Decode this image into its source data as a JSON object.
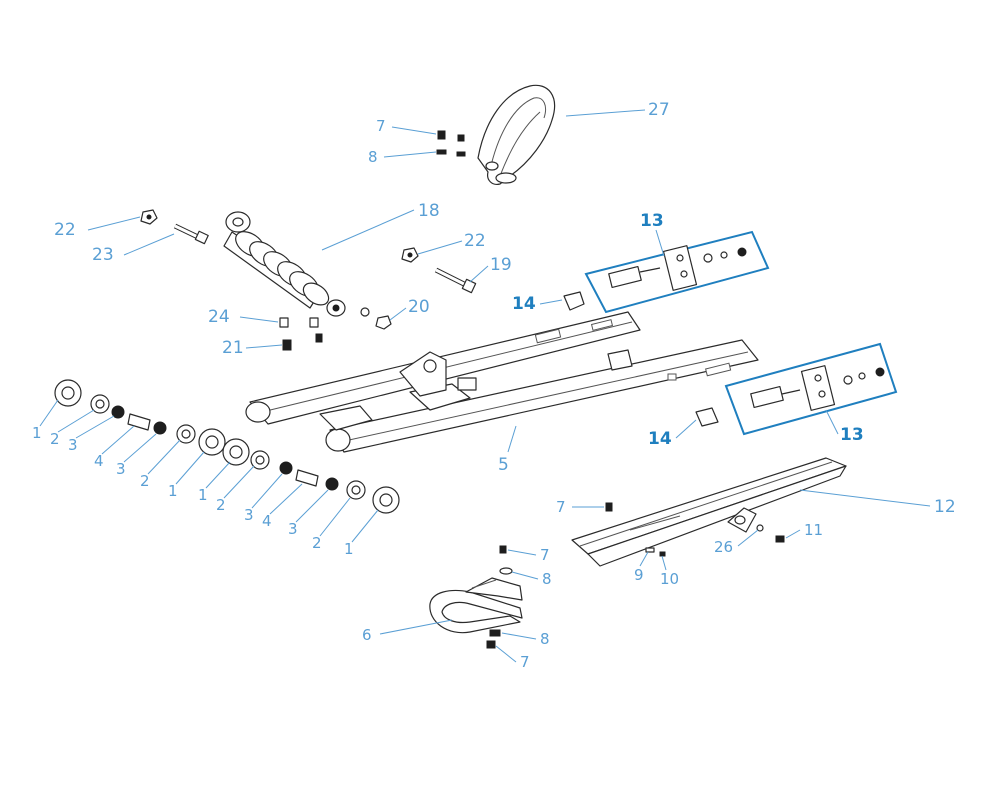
{
  "colors": {
    "callout": "#5a9fd4",
    "callout_box": "#1f7fbf",
    "line_art": "#2b2b2b"
  },
  "callouts": [
    {
      "id": "c27",
      "text": "27"
    },
    {
      "id": "c7a",
      "text": "7"
    },
    {
      "id": "c8a",
      "text": "8"
    },
    {
      "id": "c18",
      "text": "18"
    },
    {
      "id": "c22a",
      "text": "22"
    },
    {
      "id": "c23",
      "text": "23"
    },
    {
      "id": "c22b",
      "text": "22"
    },
    {
      "id": "c19",
      "text": "19"
    },
    {
      "id": "c20",
      "text": "20"
    },
    {
      "id": "c24",
      "text": "24"
    },
    {
      "id": "c21",
      "text": "21"
    },
    {
      "id": "c13a",
      "text": "13"
    },
    {
      "id": "c14a",
      "text": "14"
    },
    {
      "id": "c13b",
      "text": "13"
    },
    {
      "id": "c14b",
      "text": "14"
    },
    {
      "id": "c5",
      "text": "5"
    },
    {
      "id": "c12",
      "text": "12"
    },
    {
      "id": "c7b",
      "text": "7"
    },
    {
      "id": "c11",
      "text": "11"
    },
    {
      "id": "c26",
      "text": "26"
    },
    {
      "id": "c9",
      "text": "9"
    },
    {
      "id": "c10",
      "text": "10"
    },
    {
      "id": "c7c",
      "text": "7"
    },
    {
      "id": "c8b",
      "text": "8"
    },
    {
      "id": "c6",
      "text": "6"
    },
    {
      "id": "c8c",
      "text": "8"
    },
    {
      "id": "c7d",
      "text": "7"
    },
    {
      "id": "s1a",
      "text": "1"
    },
    {
      "id": "s2a",
      "text": "2"
    },
    {
      "id": "s3a",
      "text": "3"
    },
    {
      "id": "s4a",
      "text": "4"
    },
    {
      "id": "s3b",
      "text": "3"
    },
    {
      "id": "s2b",
      "text": "2"
    },
    {
      "id": "s1b",
      "text": "1"
    },
    {
      "id": "s1c",
      "text": "1"
    },
    {
      "id": "s2c",
      "text": "2"
    },
    {
      "id": "s3c",
      "text": "3"
    },
    {
      "id": "s4b",
      "text": "4"
    },
    {
      "id": "s3d",
      "text": "3"
    },
    {
      "id": "s2d",
      "text": "2"
    },
    {
      "id": "s1d",
      "text": "1"
    }
  ]
}
